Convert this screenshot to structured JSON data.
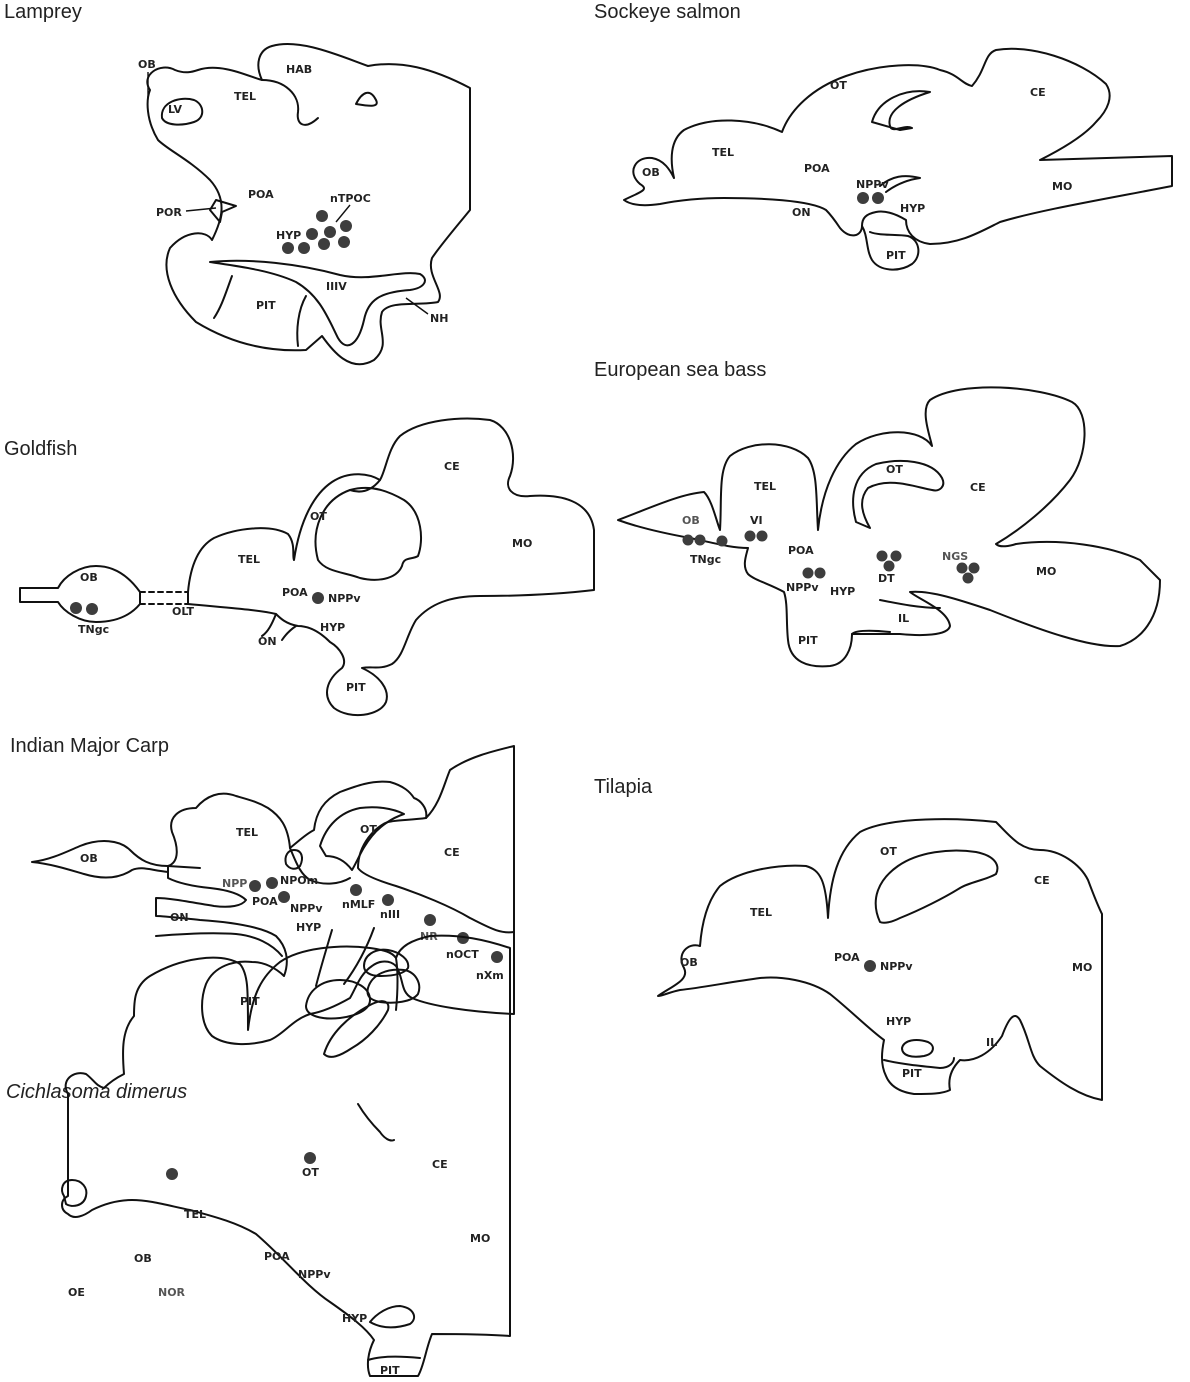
{
  "panels": {
    "lamprey": {
      "title": "Lamprey",
      "labels": {
        "ob": "OB",
        "lv": "LV",
        "tel": "TEL",
        "hab": "HAB",
        "poa": "POA",
        "por": "POR",
        "ntpoc": "nTPOC",
        "hyp": "HYP",
        "pit": "PIT",
        "iiiv": "IIIV",
        "nh": "NH"
      }
    },
    "sockeye": {
      "title": "Sockeye salmon",
      "labels": {
        "ot": "OT",
        "ce": "CE",
        "tel": "TEL",
        "poa": "POA",
        "ob": "OB",
        "nppv": "NPPv",
        "hyp": "HYP",
        "mo": "MO",
        "on": "ON",
        "pit": "PIT"
      }
    },
    "seabass": {
      "title": "European sea bass",
      "labels": {
        "tel": "TEL",
        "ot": "OT",
        "ce": "CE",
        "ob": "OB",
        "vi": "VI",
        "tngc": "TNgc",
        "poa": "POA",
        "nppv": "NPPv",
        "hyp": "HYP",
        "dt": "DT",
        "ngs": "NGS",
        "mo": "MO",
        "il": "IL",
        "pit": "PIT"
      }
    },
    "goldfish": {
      "title": "Goldfish",
      "labels": {
        "ce": "CE",
        "ot": "OT",
        "mo": "MO",
        "tel": "TEL",
        "ob": "OB",
        "poa": "POA",
        "nppv": "NPPv",
        "olt": "OLT",
        "tngc": "TNgc",
        "on": "ON",
        "hyp": "HYP",
        "pit": "PIT"
      }
    },
    "carp": {
      "title": "Indian Major Carp",
      "labels": {
        "ot": "OT",
        "tel": "TEL",
        "ce": "CE",
        "ob": "OB",
        "npp": "NPP",
        "npom": "NPOm",
        "poa": "POA",
        "nppv": "NPPv",
        "nmlf": "nMLF",
        "niii": "nIII",
        "nr": "NR",
        "noct": "nOCT",
        "nxm": "nXm",
        "on": "ON",
        "hyp": "HYP",
        "pit": "PIT"
      }
    },
    "tilapia": {
      "title": "Tilapia",
      "labels": {
        "ot": "OT",
        "tel": "TEL",
        "ce": "CE",
        "poa": "POA",
        "nppv": "NPPv",
        "ob": "OB",
        "mo": "MO",
        "hyp": "HYP",
        "il": "IL",
        "pit": "PIT"
      }
    },
    "cichlasoma": {
      "title": "Cichlasoma dimerus",
      "labels": {
        "ot": "OT",
        "ce": "CE",
        "tel": "TEL",
        "mo": "MO",
        "poa": "POA",
        "nppv": "NPPv",
        "ob": "OB",
        "oe": "OE",
        "nor": "NOR",
        "hyp": "HYP",
        "pit": "PIT"
      }
    }
  }
}
